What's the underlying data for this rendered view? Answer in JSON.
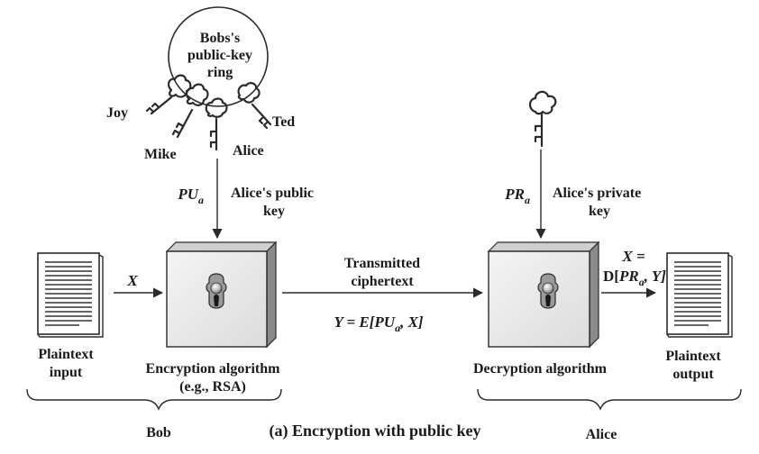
{
  "keyring": {
    "label_line1": "Bobs's",
    "label_line2": "public-key",
    "label_line3": "ring",
    "names": [
      "Joy",
      "Mike",
      "Alice",
      "Ted"
    ]
  },
  "encrypt_key": {
    "symbol": "PU",
    "subscript": "a",
    "label_line1": "Alice's public",
    "label_line2": "key"
  },
  "decrypt_key": {
    "symbol": "PR",
    "subscript": "a",
    "label_line1": "Alice's private",
    "label_line2": "key"
  },
  "plaintext_input": {
    "label_line1": "Plaintext",
    "label_line2": "input"
  },
  "input_var": "X",
  "encryption": {
    "label_line1": "Encryption algorithm",
    "label_line2": "(e.g., RSA)"
  },
  "transmission": {
    "label_line1": "Transmitted",
    "label_line2": "ciphertext",
    "formula_pre": "Y = E[",
    "formula_sym": "PU",
    "formula_sub": "a",
    "formula_post": ", X]"
  },
  "decryption": {
    "label": "Decryption algorithm"
  },
  "output_formula": {
    "line1": "X =",
    "pre": "D[",
    "sym": "PR",
    "sub": "a",
    "post": ", Y]"
  },
  "plaintext_output": {
    "label_line1": "Plaintext",
    "label_line2": "output"
  },
  "brace_bob": "Bob",
  "brace_alice": "Alice",
  "caption": "(a) Encryption with public key"
}
